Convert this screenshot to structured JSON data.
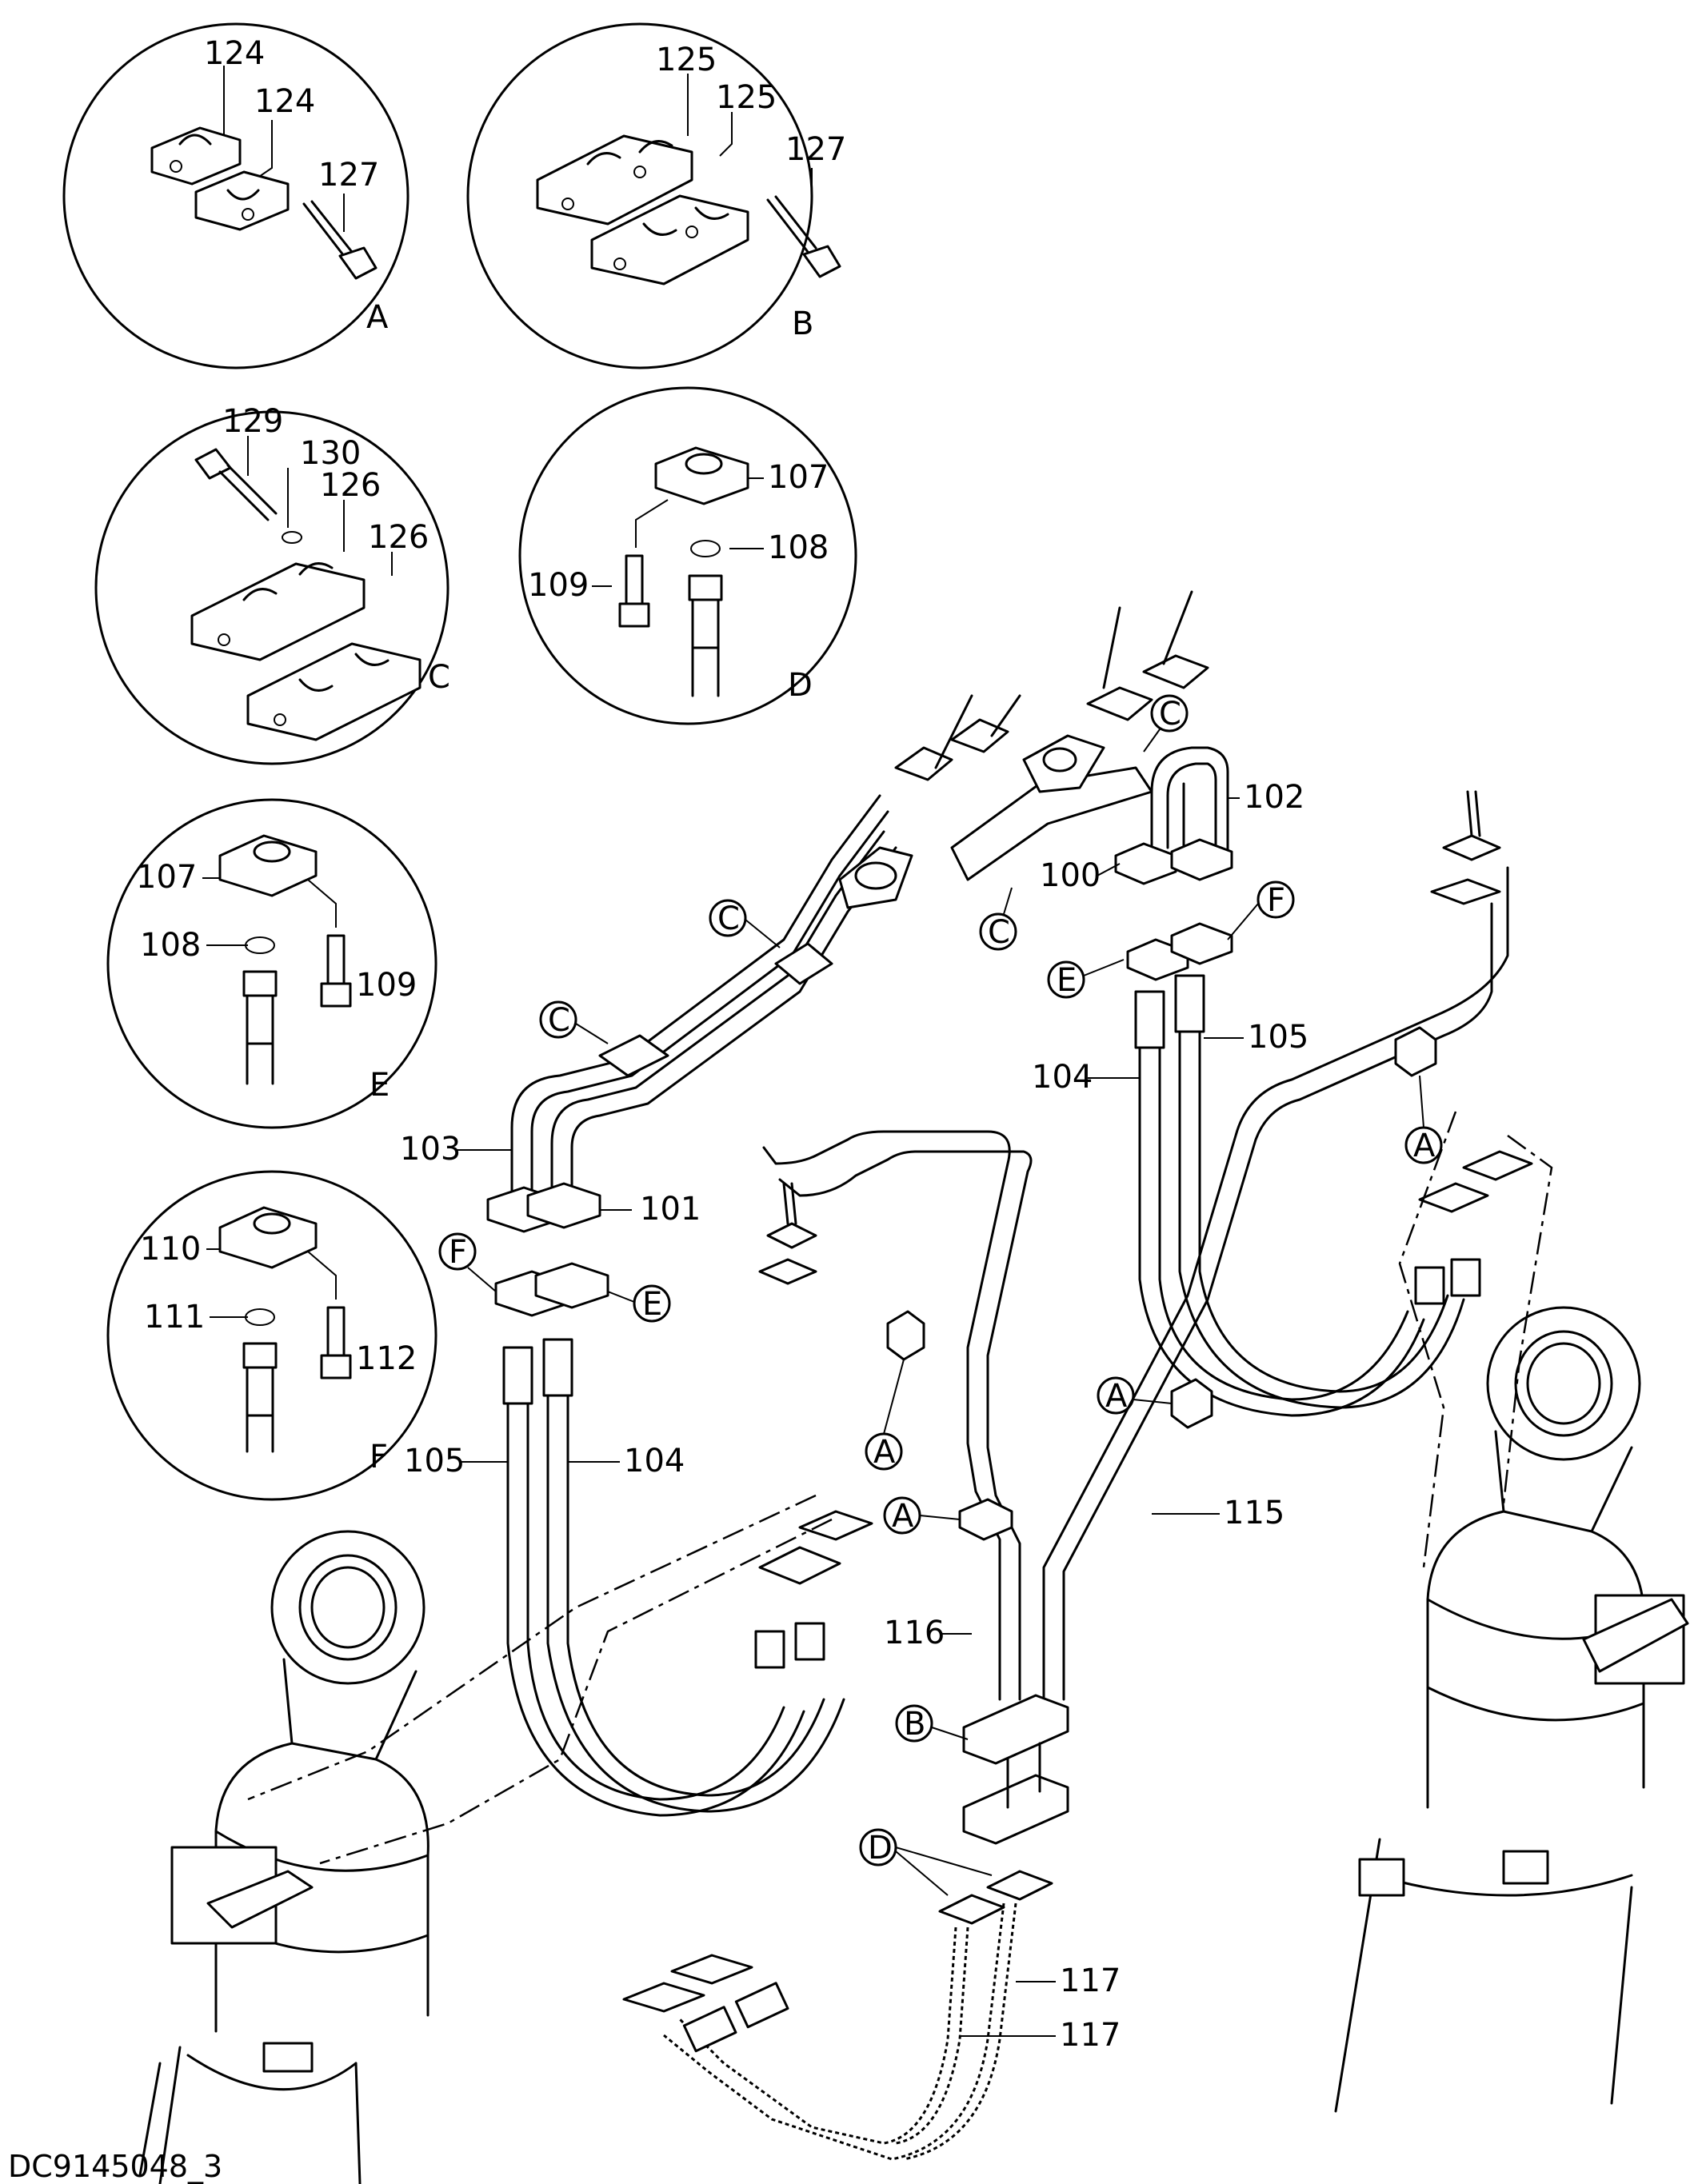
{
  "drawing_code": "DC9145048_3",
  "detail_views": {
    "A": {
      "letter": "A",
      "parts": [
        "124",
        "124",
        "127"
      ]
    },
    "B": {
      "letter": "B",
      "parts": [
        "125",
        "125",
        "127"
      ]
    },
    "C": {
      "letter": "C",
      "parts": [
        "129",
        "130",
        "126",
        "126"
      ]
    },
    "D": {
      "letter": "D",
      "parts": [
        "107",
        "108",
        "109"
      ]
    },
    "E": {
      "letter": "E",
      "parts": [
        "107",
        "108",
        "109"
      ]
    },
    "F": {
      "letter": "F",
      "parts": [
        "110",
        "111",
        "112"
      ]
    }
  },
  "callouts": {
    "c1": "C",
    "c2": "C",
    "c3": "C",
    "c4": "C",
    "f1": "F",
    "f2": "F",
    "e1": "E",
    "e2": "E",
    "a1": "A",
    "a2": "A",
    "a3": "A",
    "a4": "A",
    "b1": "B",
    "d1": "D"
  },
  "part_labels": {
    "p100": "100",
    "p101": "101",
    "p102": "102",
    "p103": "103",
    "p104a": "104",
    "p104b": "104",
    "p105a": "105",
    "p105b": "105",
    "p115": "115",
    "p116": "116",
    "p117a": "117",
    "p117b": "117"
  }
}
